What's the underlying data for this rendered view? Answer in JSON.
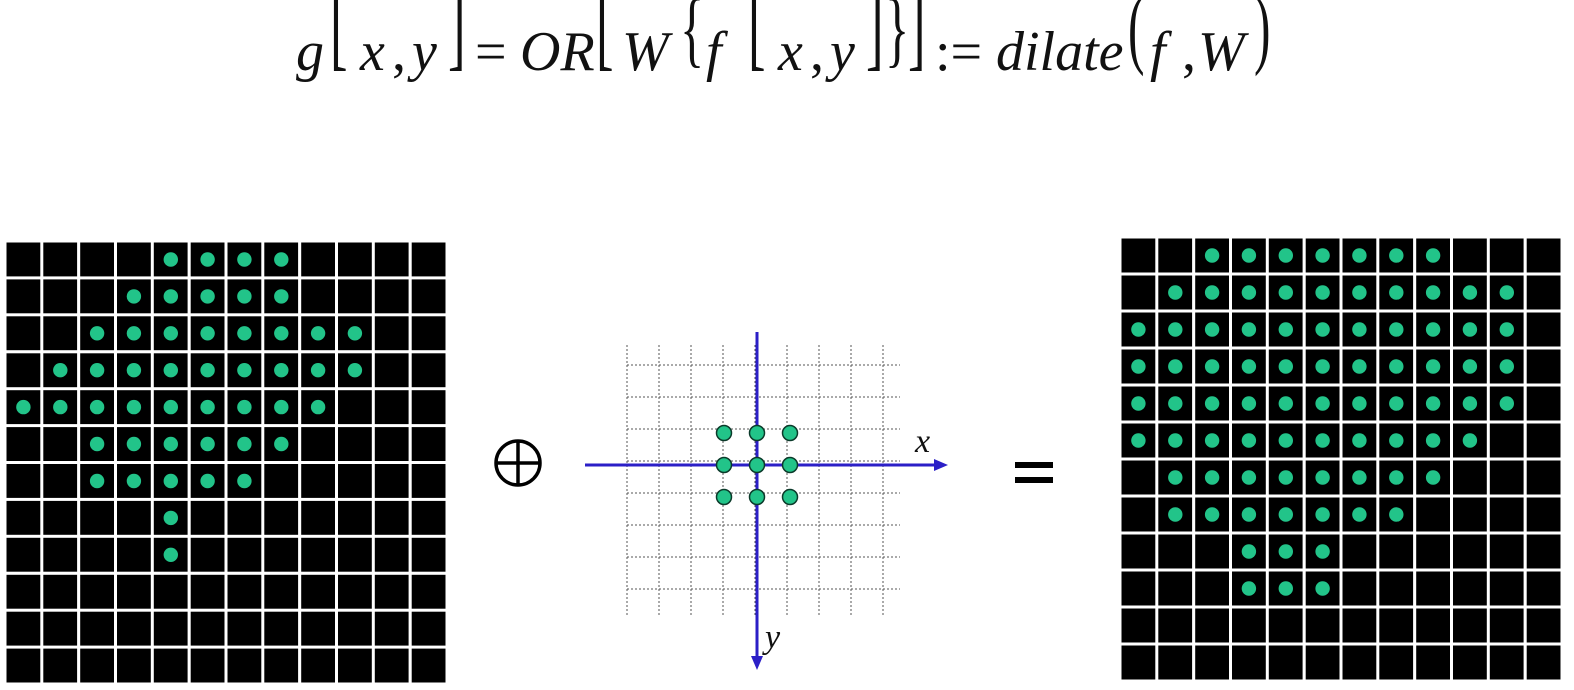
{
  "formula": {
    "g": "g",
    "x1": "x",
    "comma1": ",",
    "y1": "y",
    "eq": "=",
    "or": "OR",
    "w": "W",
    "f": "f",
    "x2": "x",
    "comma2": ",",
    "y2": "y",
    "assign": ":=",
    "dilate": "dilate",
    "f2": "f",
    "comma3": ",",
    "w2": "W"
  },
  "colors": {
    "cell": "#000000",
    "grid_line": "#ffffff",
    "dot": "#22c489",
    "axis": "#2b1fc7",
    "se_grid": "#555555"
  },
  "input_image": {
    "rows": 12,
    "cols": 12,
    "dots": [
      [
        0,
        4
      ],
      [
        0,
        5
      ],
      [
        0,
        6
      ],
      [
        0,
        7
      ],
      [
        1,
        3
      ],
      [
        1,
        4
      ],
      [
        1,
        5
      ],
      [
        1,
        6
      ],
      [
        1,
        7
      ],
      [
        2,
        2
      ],
      [
        2,
        3
      ],
      [
        2,
        4
      ],
      [
        2,
        5
      ],
      [
        2,
        6
      ],
      [
        2,
        7
      ],
      [
        2,
        8
      ],
      [
        2,
        9
      ],
      [
        3,
        1
      ],
      [
        3,
        2
      ],
      [
        3,
        3
      ],
      [
        3,
        4
      ],
      [
        3,
        5
      ],
      [
        3,
        6
      ],
      [
        3,
        7
      ],
      [
        3,
        8
      ],
      [
        3,
        9
      ],
      [
        4,
        0
      ],
      [
        4,
        1
      ],
      [
        4,
        2
      ],
      [
        4,
        3
      ],
      [
        4,
        4
      ],
      [
        4,
        5
      ],
      [
        4,
        6
      ],
      [
        4,
        7
      ],
      [
        4,
        8
      ],
      [
        5,
        2
      ],
      [
        5,
        3
      ],
      [
        5,
        4
      ],
      [
        5,
        5
      ],
      [
        5,
        6
      ],
      [
        5,
        7
      ],
      [
        6,
        2
      ],
      [
        6,
        3
      ],
      [
        6,
        4
      ],
      [
        6,
        5
      ],
      [
        6,
        6
      ],
      [
        7,
        4
      ],
      [
        8,
        4
      ]
    ]
  },
  "structuring_element": {
    "x_label": "x",
    "y_label": "y",
    "offsets": [
      [
        -1,
        -1
      ],
      [
        -1,
        0
      ],
      [
        -1,
        1
      ],
      [
        0,
        -1
      ],
      [
        0,
        0
      ],
      [
        0,
        1
      ],
      [
        1,
        -1
      ],
      [
        1,
        0
      ],
      [
        1,
        1
      ]
    ]
  },
  "output_image": {
    "rows": 12,
    "cols": 12,
    "dots": [
      [
        0,
        2
      ],
      [
        0,
        3
      ],
      [
        0,
        4
      ],
      [
        0,
        5
      ],
      [
        0,
        6
      ],
      [
        0,
        7
      ],
      [
        0,
        8
      ],
      [
        1,
        1
      ],
      [
        1,
        2
      ],
      [
        1,
        3
      ],
      [
        1,
        4
      ],
      [
        1,
        5
      ],
      [
        1,
        6
      ],
      [
        1,
        7
      ],
      [
        1,
        8
      ],
      [
        1,
        9
      ],
      [
        1,
        10
      ],
      [
        2,
        0
      ],
      [
        2,
        1
      ],
      [
        2,
        2
      ],
      [
        2,
        3
      ],
      [
        2,
        4
      ],
      [
        2,
        5
      ],
      [
        2,
        6
      ],
      [
        2,
        7
      ],
      [
        2,
        8
      ],
      [
        2,
        9
      ],
      [
        2,
        10
      ],
      [
        3,
        0
      ],
      [
        3,
        1
      ],
      [
        3,
        2
      ],
      [
        3,
        3
      ],
      [
        3,
        4
      ],
      [
        3,
        5
      ],
      [
        3,
        6
      ],
      [
        3,
        7
      ],
      [
        3,
        8
      ],
      [
        3,
        9
      ],
      [
        3,
        10
      ],
      [
        4,
        0
      ],
      [
        4,
        1
      ],
      [
        4,
        2
      ],
      [
        4,
        3
      ],
      [
        4,
        4
      ],
      [
        4,
        5
      ],
      [
        4,
        6
      ],
      [
        4,
        7
      ],
      [
        4,
        8
      ],
      [
        4,
        9
      ],
      [
        4,
        10
      ],
      [
        5,
        0
      ],
      [
        5,
        1
      ],
      [
        5,
        2
      ],
      [
        5,
        3
      ],
      [
        5,
        4
      ],
      [
        5,
        5
      ],
      [
        5,
        6
      ],
      [
        5,
        7
      ],
      [
        5,
        8
      ],
      [
        5,
        9
      ],
      [
        6,
        1
      ],
      [
        6,
        2
      ],
      [
        6,
        3
      ],
      [
        6,
        4
      ],
      [
        6,
        5
      ],
      [
        6,
        6
      ],
      [
        6,
        7
      ],
      [
        6,
        8
      ],
      [
        7,
        1
      ],
      [
        7,
        2
      ],
      [
        7,
        3
      ],
      [
        7,
        4
      ],
      [
        7,
        5
      ],
      [
        7,
        6
      ],
      [
        7,
        7
      ],
      [
        8,
        3
      ],
      [
        8,
        4
      ],
      [
        8,
        5
      ],
      [
        9,
        3
      ],
      [
        9,
        4
      ],
      [
        9,
        5
      ]
    ]
  }
}
